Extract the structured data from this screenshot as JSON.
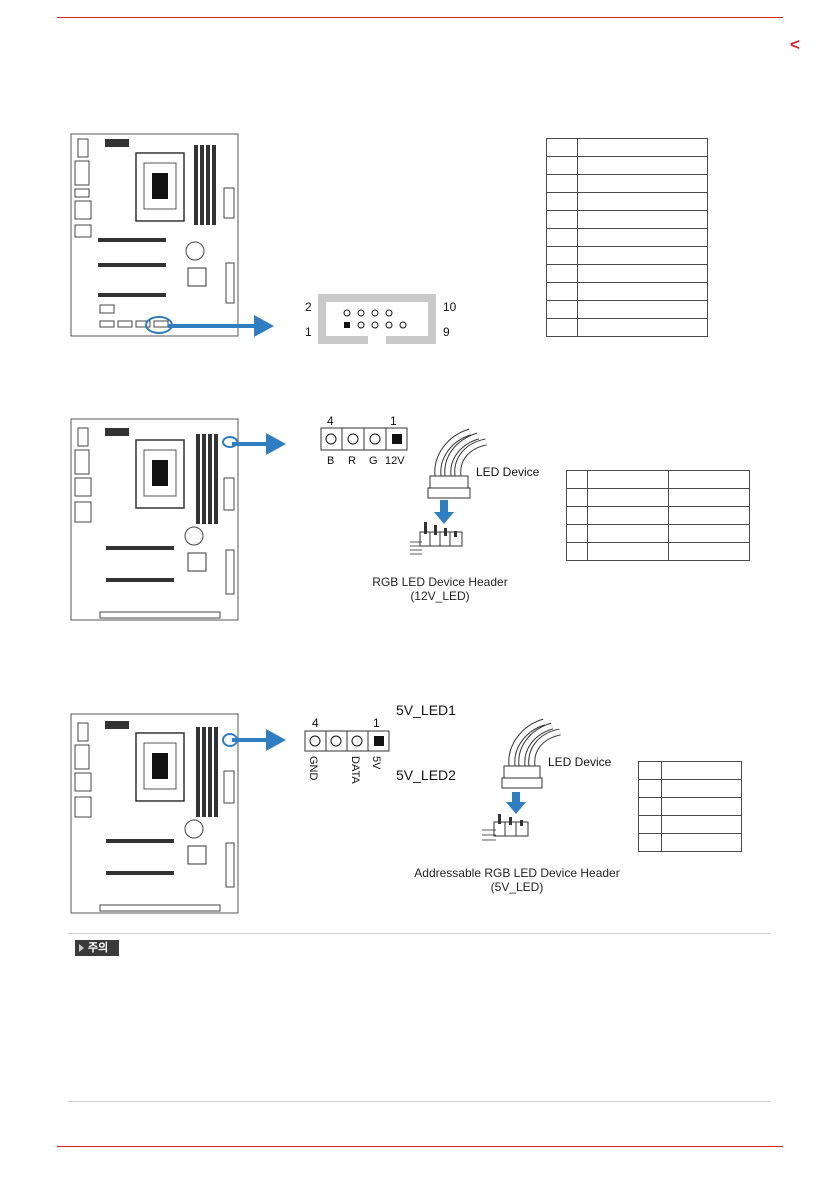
{
  "header": {
    "nav_icon": "chevron-left-icon",
    "accent_color": "#d8232a"
  },
  "section1": {
    "connector": {
      "pin_top_left": "2",
      "pin_top_right": "10",
      "pin_bottom_left": "1",
      "pin_bottom_right": "9"
    },
    "table_rows": 11
  },
  "section2": {
    "pins": {
      "left_number": "4",
      "right_number": "1",
      "labels": [
        "B",
        "R",
        "G",
        "12V"
      ]
    },
    "device_label": "LED Device",
    "caption_line1": "RGB LED Device Header",
    "caption_line2": "(12V_LED)",
    "table_rows": 5
  },
  "section3": {
    "header_top": "5V_LED1",
    "header_bottom": "5V_LED2",
    "pins": {
      "left_number": "4",
      "right_number": "1",
      "labels": [
        "GND",
        "DATA",
        "5V"
      ]
    },
    "device_label": "LED Device",
    "caption_line1": "Addressable RGB LED Device Header",
    "caption_line2": "(5V_LED)",
    "table_rows": 5
  },
  "note": {
    "label": "주의"
  },
  "colors": {
    "arrow_blue": "#2f7ec1",
    "connector_grey": "#c9c9c9"
  }
}
